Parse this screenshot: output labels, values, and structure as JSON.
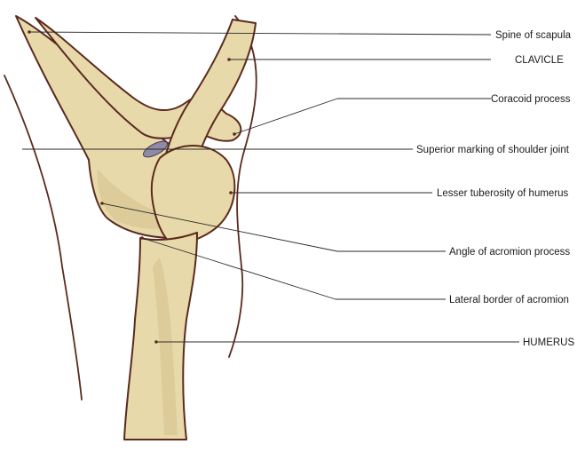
{
  "labels": {
    "spine_of_scapula": "Spine of scapula",
    "clavicle": "CLAVICLE",
    "coracoid_process": "Coracoid process",
    "superior_marking": "Superior marking of shoulder joint",
    "lesser_tuberosity": "Lesser tuberosity of humerus",
    "angle_of_acromion": "Angle of acromion process",
    "lateral_border": "Lateral border of acromion",
    "humerus": "HUMERUS"
  },
  "colors": {
    "bone_fill": "#e8d9aa",
    "bone_outline": "#5a2a1e",
    "joint_marking": "#8e8aa8",
    "leader_line": "#2a2a2a"
  }
}
